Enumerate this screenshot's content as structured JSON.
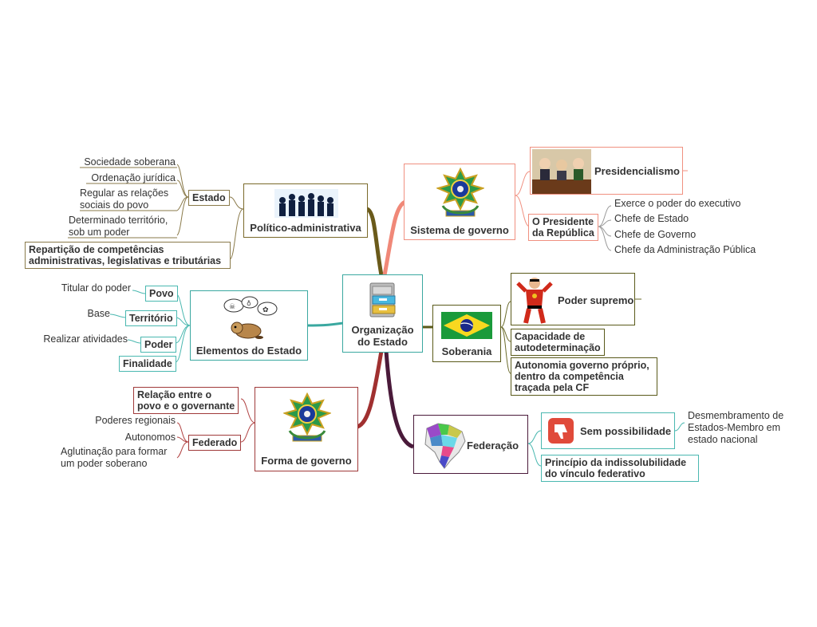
{
  "center": {
    "label": "Organização\ndo Estado",
    "icon": "file-cabinet-icon"
  },
  "branches": {
    "politico": {
      "label": "Político-administrativa",
      "icon": "crowd-silhouette-icon",
      "color": "#7a6a2a",
      "estado": {
        "label": "Estado",
        "items": [
          "Sociedade soberana",
          "Ordenação jurídica",
          "Regular as relações\nsociais do povo",
          "Determinado território,\nsob um poder"
        ]
      },
      "reparticao": "Repartição de competências\nadministrativas, legislativas e tributárias"
    },
    "elementos": {
      "label": "Elementos do Estado",
      "icon": "cartoon-dog-icon",
      "color": "#3aa8a0",
      "items": [
        {
          "desc": "Titular do poder",
          "term": "Povo"
        },
        {
          "desc": "Base",
          "term": "Território"
        },
        {
          "desc": "Realizar atividades",
          "term": "Poder"
        },
        {
          "desc": "",
          "term": "Finalidade"
        }
      ]
    },
    "forma": {
      "label": "Forma de governo",
      "icon": "coat-of-arms-icon",
      "color": "#a03a3a",
      "relacao": "Relação entre o\npovo e o governante",
      "federado": {
        "label": "Federado",
        "items": [
          "Poderes regionais",
          "Autonomos",
          "Aglutinação para formar\num poder soberano"
        ]
      }
    },
    "sistema": {
      "label": "Sistema de governo",
      "icon": "coat-of-arms-icon",
      "color": "#f08070",
      "presidencialismo": "Presidencialismo",
      "presidencialismo_icon": "cartoon-presidents-icon",
      "presidente": {
        "label": "O Presidente\nda República",
        "items": [
          "Exerce o poder do executivo",
          "Chefe de Estado",
          "Chefe de Governo",
          "Chefe da Administração Pública"
        ]
      }
    },
    "soberania": {
      "label": "Soberania",
      "icon": "brazil-flag-icon",
      "color": "#5a5a1a",
      "poder_supremo": "Poder supremo",
      "poder_supremo_icon": "superhero-icon",
      "capacidade": "Capacidade de\nautodeterminação",
      "autonomia": "Autonomia governo próprio,\ndentro da competência\ntraçada pela CF"
    },
    "federacao": {
      "label": "Federação",
      "icon": "brazil-map-icon",
      "color": "#4a1a3a",
      "sem_possibilidade": "Sem possibilidade",
      "sem_possibilidade_icon": "thumbs-down-icon",
      "desmembramento": "Desmembramento de\nEstados-Membro em\nestado nacional",
      "principio": "Princípio da indissolubilidade\ndo vínculo federativo"
    }
  },
  "colors": {
    "teal": "#3aa8a0",
    "sub_teal": "#4ab8b0",
    "olive": "#6a6a2a",
    "red": "#b04040",
    "salmon": "#f09080",
    "maroon": "#5a2a4a"
  }
}
